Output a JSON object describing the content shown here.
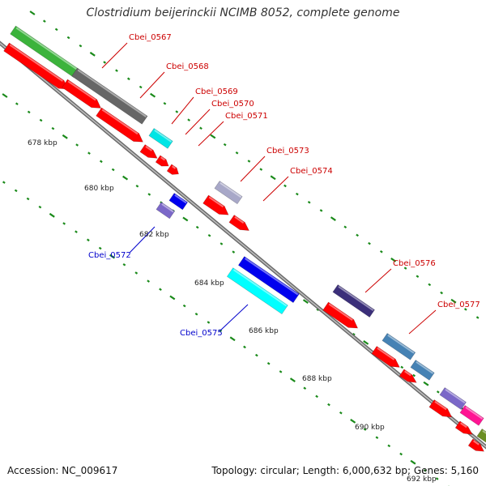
{
  "title": "Clostridium beijerinckii NCIMB 8052, complete genome",
  "accession_label": "Accession: NC_009617",
  "summary_label": "Topology: circular; Length: 6,000,632 bp; Genes: 5,160",
  "colors": {
    "backbone": "#8c8c8c",
    "tick": "#1a8a1a",
    "cds_red": "#ff0000",
    "label_red": "#cc0000",
    "label_blue": "#0000cc"
  },
  "kbp_labels": [
    "678 kbp",
    "680 kbp",
    "682 kbp",
    "684 kbp",
    "686 kbp",
    "688 kbp",
    "690 kbp",
    "692 kbp"
  ],
  "gene_labels": [
    {
      "text": "Cbei_0567",
      "strand": "forward"
    },
    {
      "text": "Cbei_0568",
      "strand": "forward"
    },
    {
      "text": "Cbei_0569",
      "strand": "forward"
    },
    {
      "text": "Cbei_0570",
      "strand": "forward"
    },
    {
      "text": "Cbei_0571",
      "strand": "forward"
    },
    {
      "text": "Cbei_0573",
      "strand": "forward"
    },
    {
      "text": "Cbei_0574",
      "strand": "forward"
    },
    {
      "text": "Cbei_0576",
      "strand": "forward"
    },
    {
      "text": "Cbei_0577",
      "strand": "forward"
    },
    {
      "text": "Cbei_0572",
      "strand": "reverse"
    },
    {
      "text": "Cbei_0575",
      "strand": "reverse"
    }
  ]
}
